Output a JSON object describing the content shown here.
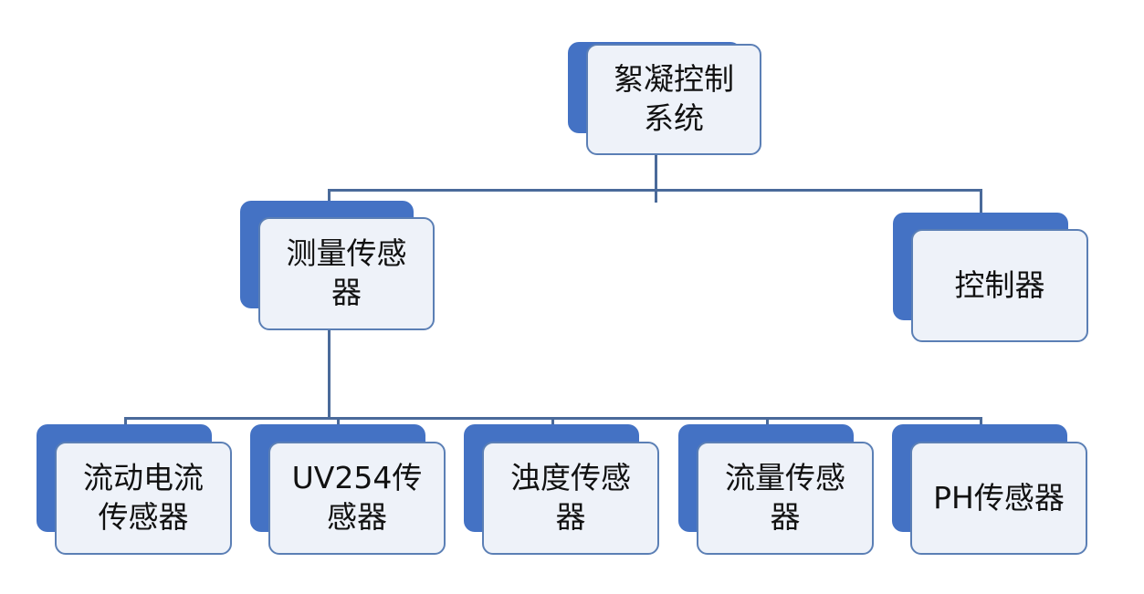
{
  "diagram": {
    "root": {
      "label": "絮凝控制系统"
    },
    "level2": {
      "measure": {
        "label": "测量传感器"
      },
      "controller": {
        "label": "控制器"
      }
    },
    "sensors": [
      {
        "label": "流动电流传感器"
      },
      {
        "label": "UV254传感器"
      },
      {
        "label": "浊度传感器"
      },
      {
        "label": "流量传感器"
      },
      {
        "label": "PH传感器"
      }
    ],
    "colors": {
      "accent": "#4472c4",
      "card_fill": "#eef2f9",
      "card_border": "#5b7fb5",
      "connector": "#4a6a9a"
    }
  }
}
